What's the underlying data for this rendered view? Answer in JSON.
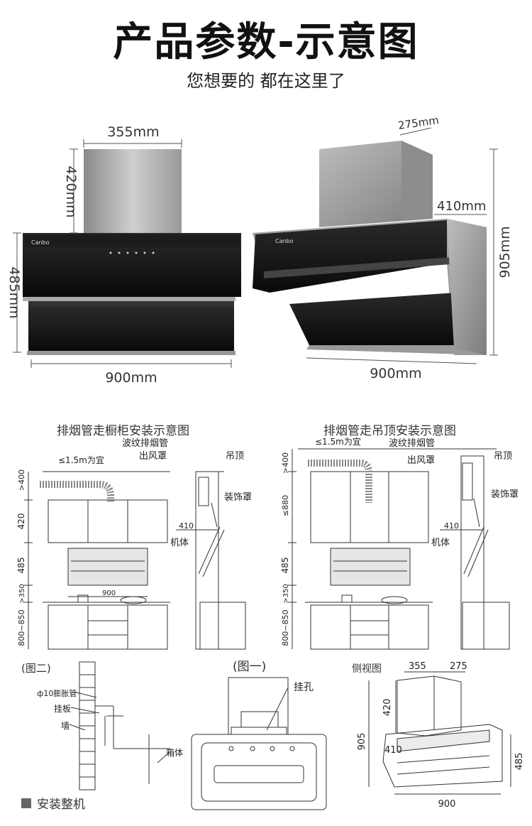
{
  "header": {
    "title": "产品参数-示意图",
    "subtitle": "您想要的 都在这里了"
  },
  "front_view": {
    "brand": "Canbo",
    "dim_width_top": "355mm",
    "dim_duct_height": "420mm",
    "dim_body_height": "485mm",
    "dim_width_bottom": "900mm"
  },
  "side_view": {
    "brand": "Canbo",
    "dim_duct_depth": "275mm",
    "dim_body_depth": "410mm",
    "dim_total_height": "905mm",
    "dim_width_bottom": "900mm"
  },
  "diagram_cabinet": {
    "caption": "排烟管走橱柜安装示意图",
    "pipe_note": "≤1.5m为宜",
    "label_duct": "波纹排烟管",
    "label_outlet": "出风罩",
    "label_ceiling": "吊顶",
    "label_cover": "装饰罩",
    "label_body": "机体",
    "dim_top": ">400",
    "dim_420": "420",
    "dim_485": "485",
    "dim_350": ">350",
    "dim_850": "800~850",
    "dim_900": "900",
    "dim_410": "410"
  },
  "diagram_ceiling": {
    "caption": "排烟管走吊顶安装示意图",
    "pipe_note": "≤1.5m为宜",
    "label_duct": "波纹排烟管",
    "label_outlet": "出风罩",
    "label_ceiling": "吊顶",
    "label_cover": "装饰罩",
    "label_body": "机体",
    "dim_top": ">400",
    "dim_880": "≤880",
    "dim_485": "485",
    "dim_350": ">350",
    "dim_850": "800~850",
    "dim_410": "410"
  },
  "fig2": {
    "caption": "(图二)",
    "label_bolt": "ф10膨胀管",
    "label_plate": "挂板",
    "label_wall": "墙",
    "label_box": "箱体"
  },
  "fig1": {
    "caption": "(图一)",
    "label_hole": "挂孔"
  },
  "side_diagram": {
    "caption": "侧视图",
    "dim_355": "355",
    "dim_275": "275",
    "dim_420": "420",
    "dim_905": "905",
    "dim_410": "410",
    "dim_485": "485",
    "dim_900": "900"
  },
  "footer": {
    "label": "安装整机"
  }
}
